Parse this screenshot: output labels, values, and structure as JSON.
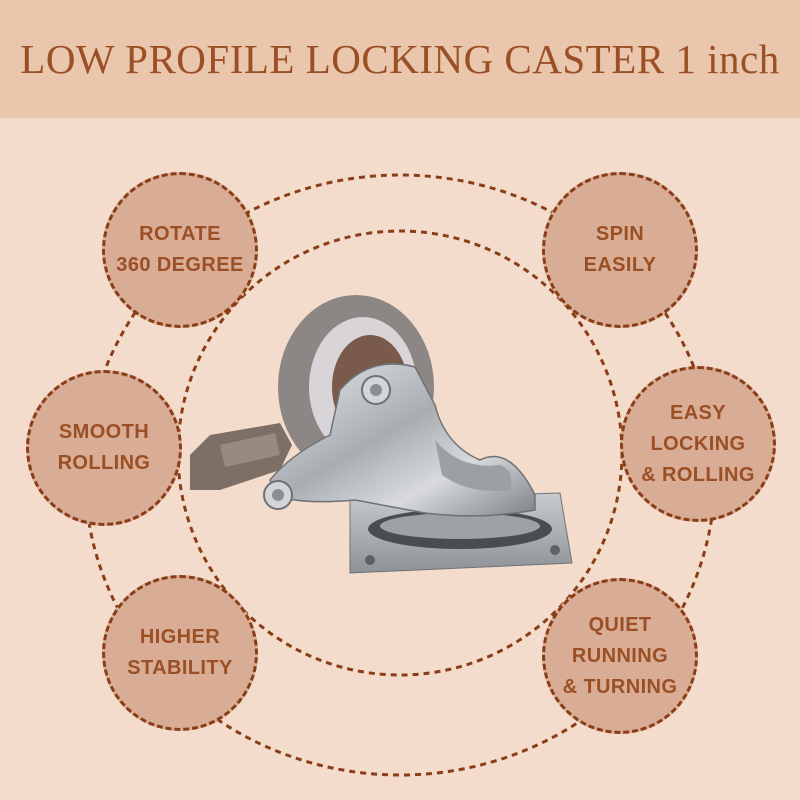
{
  "title": "LOW PROFILE LOCKING CASTER 1 inch",
  "features": [
    {
      "name": "rotate",
      "label": "ROTATE\n360 DEGREE"
    },
    {
      "name": "spin",
      "label": "SPIN\nEASILY"
    },
    {
      "name": "smooth",
      "label": "SMOOTH\nROLLING"
    },
    {
      "name": "easy-locking",
      "label": "EASY\nLOCKING\n& ROLLING"
    },
    {
      "name": "stability",
      "label": "HIGHER\nSTABILITY"
    },
    {
      "name": "quiet",
      "label": "QUIET\nRUNNING\n& TURNING"
    }
  ],
  "colors": {
    "accent": "#9b4f24",
    "banner": "#e9c6ac",
    "background": "#f3dccb",
    "bubble": "#d9ad95"
  }
}
